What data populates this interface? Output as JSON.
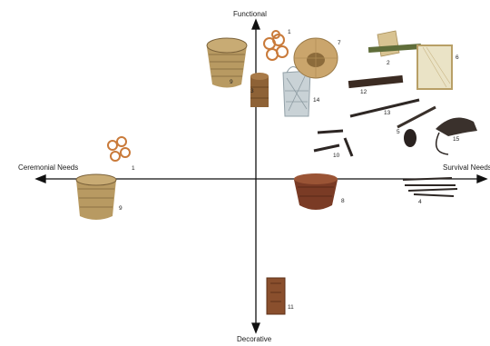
{
  "axes": {
    "top": "Functional",
    "bottom": "Decorative",
    "left": "Ceremonial Needs",
    "right": "Survival Needs"
  },
  "item_numbers": [
    "1",
    "2",
    "3",
    "4",
    "5",
    "6",
    "7",
    "8",
    "9",
    "10",
    "11",
    "12",
    "13",
    "14",
    "15",
    "1",
    "9"
  ]
}
